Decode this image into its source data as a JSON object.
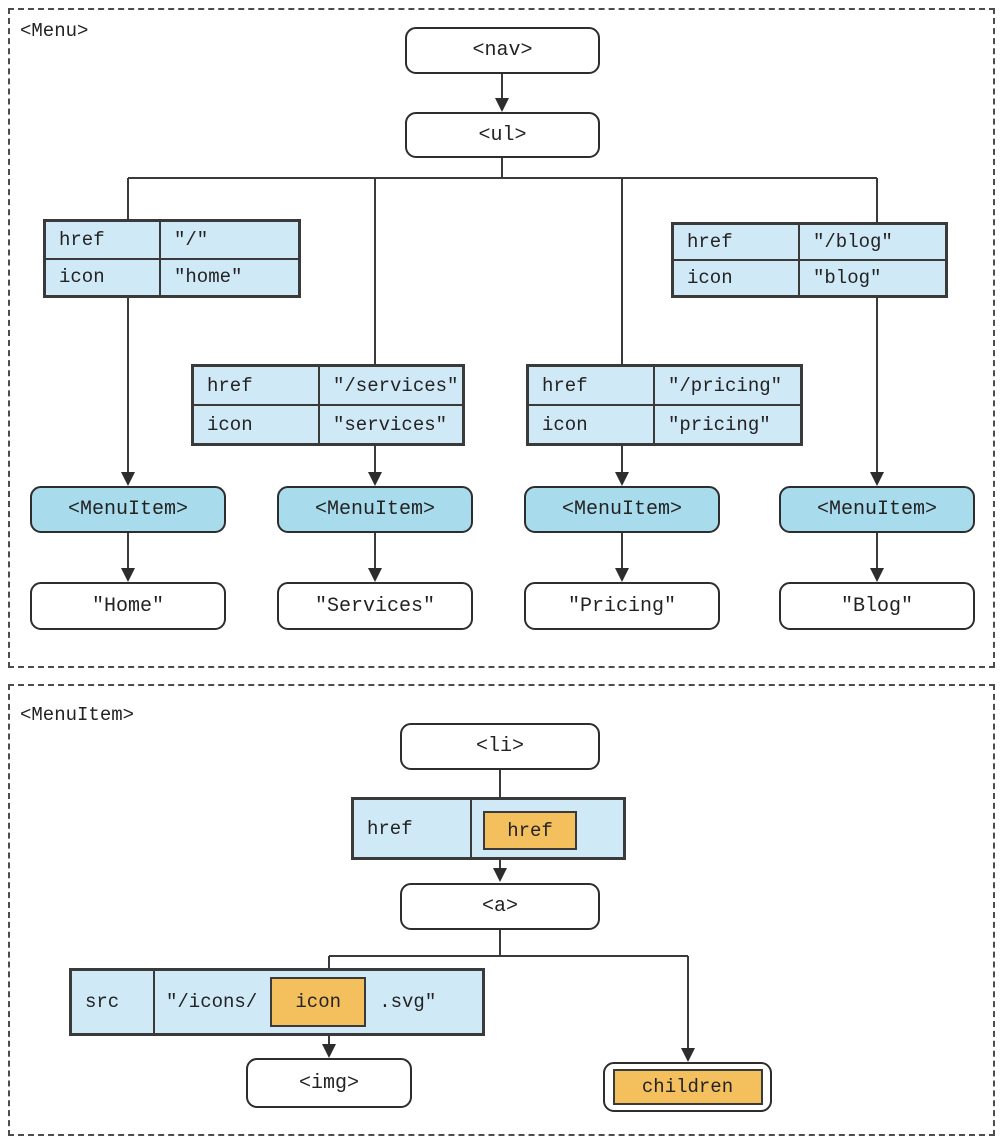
{
  "colors": {
    "prop_table_blue": "#d0e9f7",
    "component_blue": "#a8dcec",
    "slot_orange": "#f4c05e",
    "line_dark": "#3a3a3a"
  },
  "menu": {
    "label": "<Menu>",
    "nav": "<nav>",
    "ul": "<ul>",
    "branches": [
      {
        "props": [
          {
            "key": "href",
            "value": "\"/\""
          },
          {
            "key": "icon",
            "value": "\"home\""
          }
        ],
        "component": "<MenuItem>",
        "content": "\"Home\""
      },
      {
        "props": [
          {
            "key": "href",
            "value": "\"/services\""
          },
          {
            "key": "icon",
            "value": "\"services\""
          }
        ],
        "component": "<MenuItem>",
        "content": "\"Services\""
      },
      {
        "props": [
          {
            "key": "href",
            "value": "\"/pricing\""
          },
          {
            "key": "icon",
            "value": "\"pricing\""
          }
        ],
        "component": "<MenuItem>",
        "content": "\"Pricing\""
      },
      {
        "props": [
          {
            "key": "href",
            "value": "\"/blog\""
          },
          {
            "key": "icon",
            "value": "\"blog\""
          }
        ],
        "component": "<MenuItem>",
        "content": "\"Blog\""
      }
    ]
  },
  "menu_item": {
    "label": "<MenuItem>",
    "root": "<li>",
    "href_prop": {
      "key": "href",
      "slot": "href"
    },
    "anchor": "<a>",
    "src_prop": {
      "key": "src",
      "prefix": "\"/icons/",
      "slot": "icon",
      "suffix": ".svg\""
    },
    "img": "<img>",
    "children_slot": "children"
  }
}
